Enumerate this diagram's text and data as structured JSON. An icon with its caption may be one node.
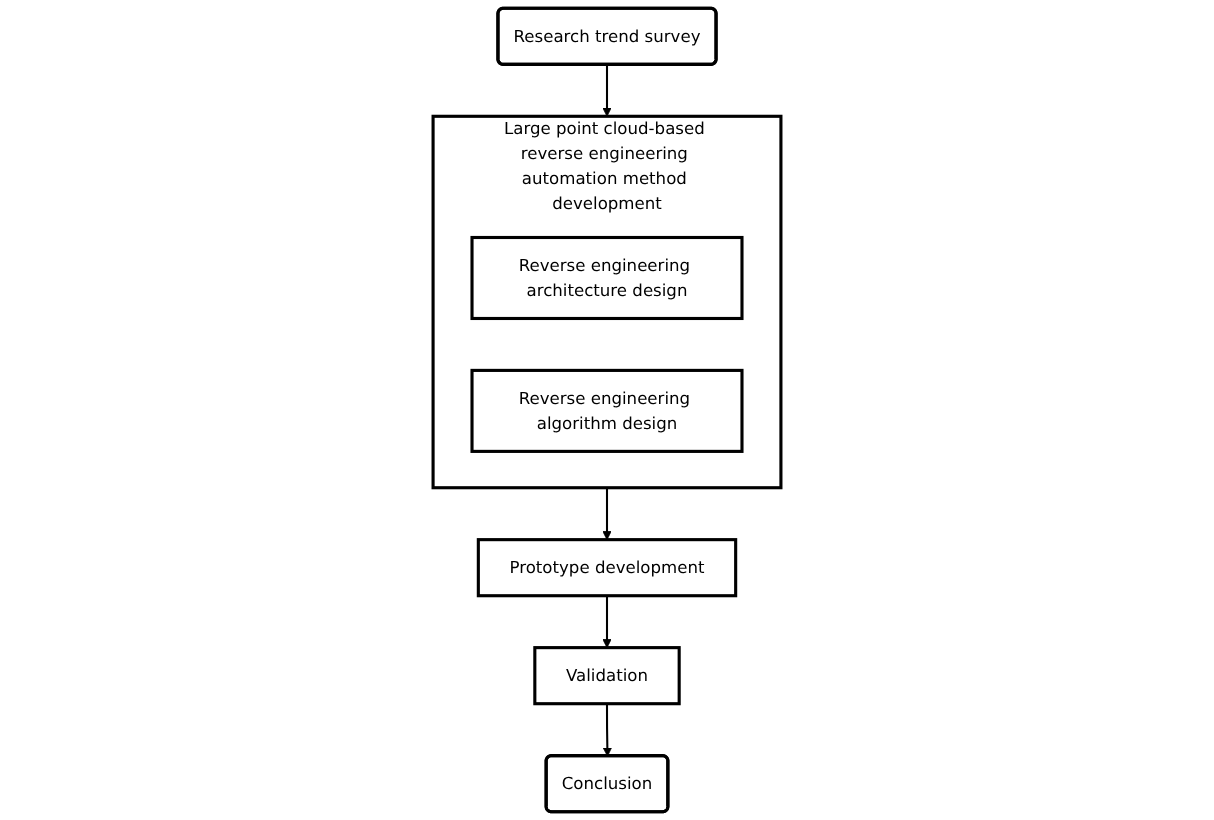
{
  "diagram": {
    "nodes": [
      {
        "text": [
          "Research trend survey"
        ]
      },
      {
        "text": [
          "Large point cloud-based reverse engineering automation method development"
        ]
      },
      {
        "text": [
          "Reverse engineering architecture design"
        ],
        "in": 1
      },
      {
        "text": [
          "Reverse engineering algorithm design"
        ],
        "in": 1
      },
      {
        "text": [
          "Prototype development"
        ]
      },
      {
        "text": [
          "Validation"
        ]
      },
      {
        "text": [
          "Conclusion"
        ]
      }
    ],
    "edges": [
      {
        "from": 0,
        "to": 1,
        "arrow": "to"
      },
      {
        "from": 1,
        "to": 4,
        "arrow": "to"
      },
      {
        "from": 4,
        "to": 5,
        "arrow": "to"
      },
      {
        "from": 5,
        "to": 6,
        "arrow": "to"
      }
    ]
  }
}
